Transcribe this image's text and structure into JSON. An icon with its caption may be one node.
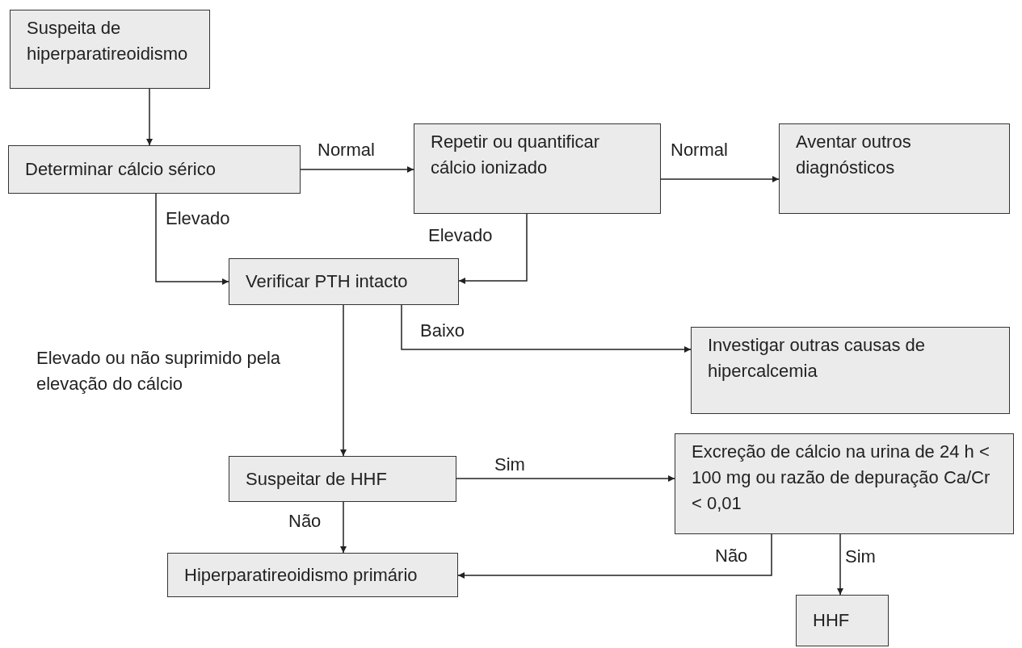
{
  "diagram": {
    "nodes": [
      {
        "text": [
          "Suspeita de hiperparatireoidismo"
        ]
      },
      {
        "text": [
          "Determinar cálcio sérico"
        ]
      },
      {
        "text": [
          "Repetir ou quantificar cálcio ionizado"
        ]
      },
      {
        "text": [
          "Aventar outros diagnósticos"
        ]
      },
      {
        "text": [
          "Verificar PTH intacto"
        ]
      },
      {
        "text": [
          "Investigar outras causas de hipercalcemia"
        ]
      },
      {
        "text": [
          "Suspeitar de HHF"
        ]
      },
      {
        "text": [
          "Excreção de cálcio na urina de 24 h < 100 mg ou razão de depuração Ca/Cr < 0,01"
        ]
      },
      {
        "text": [
          "Hiperparatireoidismo primário"
        ]
      },
      {
        "text": [
          "HHF"
        ]
      }
    ],
    "edges": [
      {
        "from": 0,
        "to": 1,
        "arrow": "to"
      },
      {
        "from": 1,
        "to": 2,
        "arrow": "to",
        "label": "Normal"
      },
      {
        "from": 2,
        "to": 3,
        "arrow": "to",
        "label": "Normal"
      },
      {
        "from": 1,
        "to": 4,
        "arrow": "to",
        "label": "Elevado"
      },
      {
        "from": 2,
        "to": 4,
        "arrow": "to",
        "label": "Elevado"
      },
      {
        "from": 4,
        "to": 5,
        "arrow": "to",
        "label": "Baixo"
      },
      {
        "from": 4,
        "to": 6,
        "arrow": "to",
        "label": "Elevado ou não suprimido pela elevação do cálcio"
      },
      {
        "from": 6,
        "to": 7,
        "arrow": "to",
        "label": "Sim"
      },
      {
        "from": 6,
        "to": 8,
        "arrow": "to",
        "label": "Não"
      },
      {
        "from": 7,
        "to": 8,
        "arrow": "to",
        "label": "Não"
      },
      {
        "from": 7,
        "to": 9,
        "arrow": "to",
        "label": "Sim"
      }
    ]
  }
}
